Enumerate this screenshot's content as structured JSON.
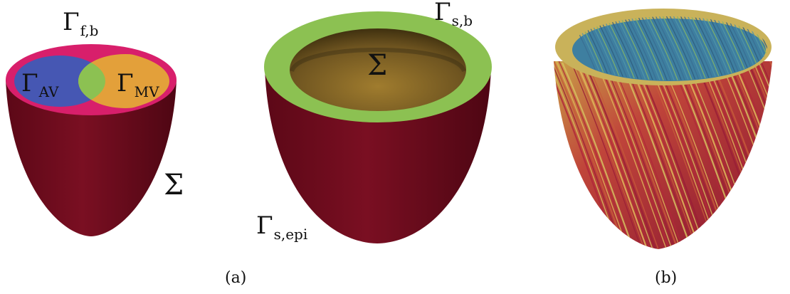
{
  "figure": {
    "panel_a": {
      "caption": "(a)",
      "fluid_domain": {
        "labels": {
          "gamma_symbol": "Γ",
          "boundary_top_sub": "f,b",
          "aortic_valve_sub": "AV",
          "mitral_valve_sub": "MV",
          "interface": "Σ"
        }
      },
      "solid_domain": {
        "labels": {
          "gamma_symbol": "Γ",
          "base_sub": "s,b",
          "epicardium_sub": "s,epi",
          "interface": "Σ"
        }
      }
    },
    "panel_b": {
      "caption": "(b)"
    },
    "colors": {
      "myocardium": "#6b0a1c",
      "fluid_base_ring": "#d81f6b",
      "aortic_valve": "#4657b3",
      "mitral_valve": "#e3a03a",
      "overlap": "#8cc152",
      "solid_base": "#8cc152",
      "inner_cavity": "#8a6a2a",
      "fiber_blue": "#3e7fa0",
      "fiber_yellow": "#d6c060",
      "fiber_red": "#b0283a"
    }
  }
}
